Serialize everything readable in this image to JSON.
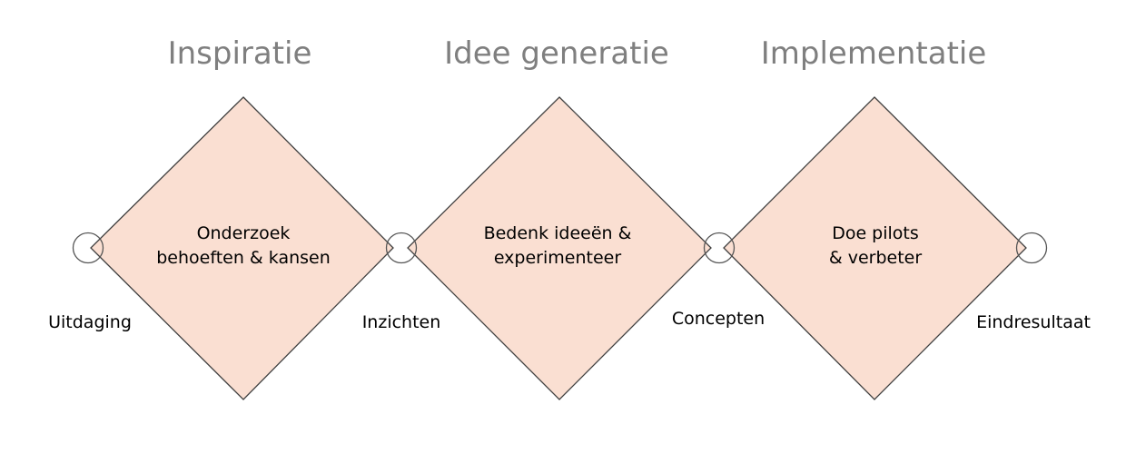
{
  "phases": [
    {
      "title": "Inspiratie",
      "lines": [
        "Onderzoek",
        "behoeften & kansen"
      ]
    },
    {
      "title": "Idee generatie",
      "lines": [
        "Bedenk ideeën &",
        "experimenteer"
      ]
    },
    {
      "title": "Implementatie",
      "lines": [
        "Doe pilots",
        "& verbeter"
      ]
    }
  ],
  "milestones": [
    {
      "label": "Uitdaging"
    },
    {
      "label": "Inzichten"
    },
    {
      "label": "Concepten"
    },
    {
      "label": "Eindresultaat"
    }
  ],
  "colors": {
    "diamond_fill": "#fadfd2",
    "diamond_stroke": "#3f3f3f",
    "title_text": "#7f7f7f",
    "body_text": "#000000"
  }
}
